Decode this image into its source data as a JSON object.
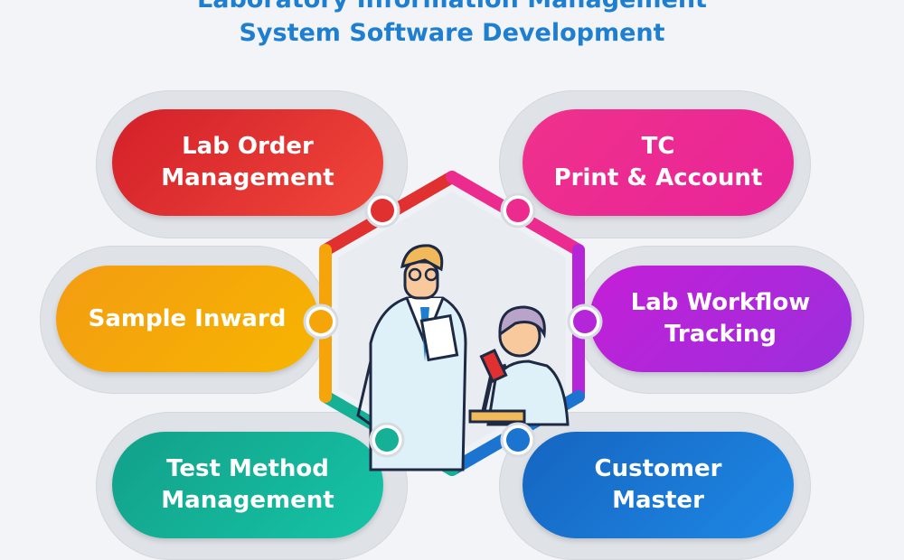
{
  "title": {
    "line1": "Laboratory Information Management",
    "line2": "System Software Development"
  },
  "items": [
    {
      "label": "Lab Order\nManagement",
      "color": "#e0302f"
    },
    {
      "label": "TC\nPrint & Account",
      "color": "#ec2b8e"
    },
    {
      "label": "Sample Inward",
      "color": "#f5a509"
    },
    {
      "label": "Lab Workflow\nTracking",
      "color": "#b526d9"
    },
    {
      "label": "Test Method\nManagement",
      "color": "#15b095"
    },
    {
      "label": "Customer\nMaster",
      "color": "#1a74d0"
    }
  ],
  "center_icon": "scientists-with-microscope-illustration"
}
